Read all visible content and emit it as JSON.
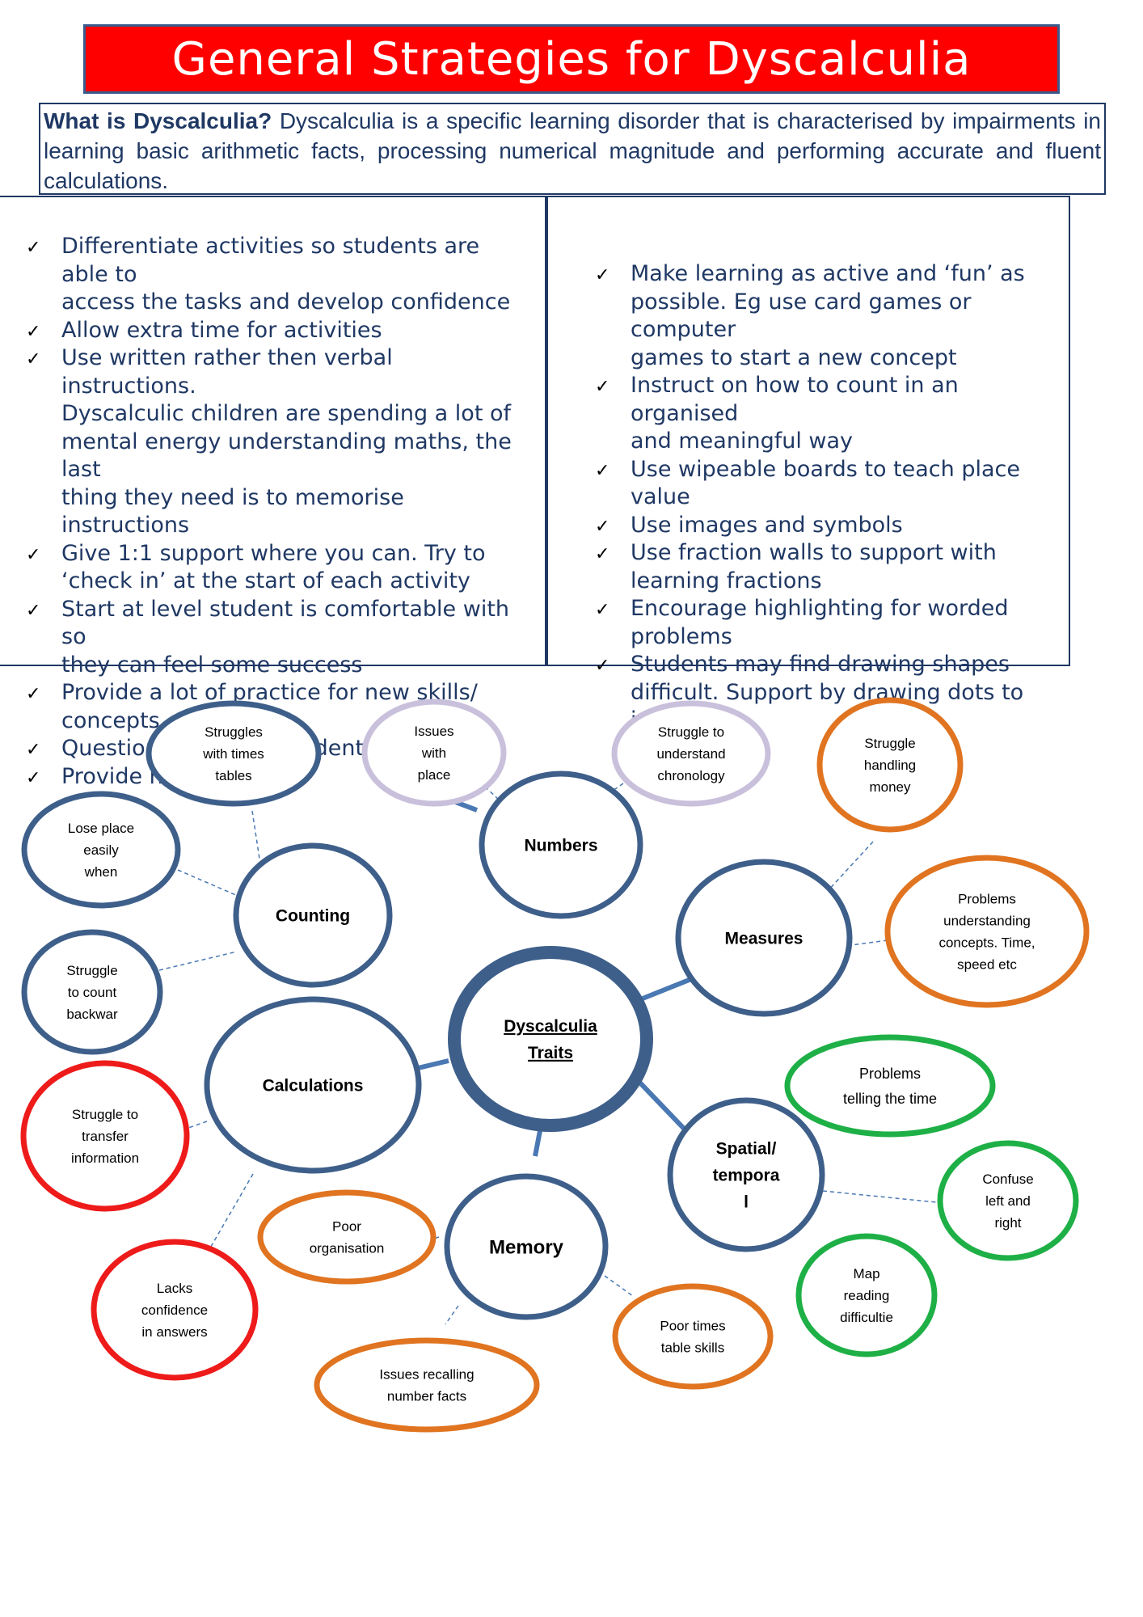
{
  "title": "General Strategies for Dyscalculia",
  "definition": {
    "term": "What is Dyscalculia?",
    "text": " Dyscalculia is a specific learning disorder that is characterised by impairments in learning basic arithmetic facts, processing numerical magnitude and performing accurate and fluent calculations."
  },
  "left_strategies": [
    [
      "Differentiate activities so students are able to",
      "access the tasks and develop confidence"
    ],
    [
      "Allow extra time for activities"
    ],
    [
      "Use written rather then verbal instructions.",
      "Dyscalculic children are spending a lot of",
      "mental energy understanding maths, the last",
      "thing they need is to memorise instructions"
    ],
    [
      "Give 1:1 support where you can. Try to",
      "‘check in’ at the start of each activity"
    ],
    [
      "Start at level student is comfortable with so",
      "they can feel some success"
    ],
    [
      "Provide a lot of practice for new skills/",
      "concepts"
    ],
    [
      "Question to get the student engaged"
    ],
    [
      "Provide number lines"
    ]
  ],
  "right_strategies": [
    [
      "Make learning as active and ‘fun’ as",
      "possible. Eg use card games or computer",
      "games to start a new concept"
    ],
    [
      "Instruct on how to count in an organised",
      "and meaningful way"
    ],
    [
      "Use wipeable boards to teach place value"
    ],
    [
      "Use images and symbols"
    ],
    [
      "Use fraction walls to support with",
      "learning fractions"
    ],
    [
      "Encourage highlighting for worded",
      "problems"
    ],
    [
      "Students may find drawing shapes",
      "difficult. Support by drawing dots to join",
      "up"
    ]
  ],
  "check_symbol": "✓",
  "colors": {
    "title_bg": "#ff0000",
    "navy": "#1f3864",
    "blue_ring": "#3e5f8a",
    "lavender_ring": "#c9c0dc",
    "orange_ring": "#e07420",
    "green_ring": "#1eb046",
    "red_ring": "#ee1b1b",
    "connector": "#4a78b3"
  },
  "mind_map": {
    "center": [
      "Dyscalculia",
      "Traits"
    ],
    "hubs": {
      "counting": [
        "Counting"
      ],
      "numbers": [
        "Numbers"
      ],
      "measures": [
        "Measures"
      ],
      "calculations": [
        "Calculations"
      ],
      "spatial": [
        "Spatial/",
        "tempora",
        "l"
      ],
      "memory": [
        "Memory"
      ]
    },
    "leaves": {
      "times_tables": [
        "Struggles",
        "with times",
        "tables"
      ],
      "lose_place": [
        "Lose place",
        "easily",
        "when"
      ],
      "count_back": [
        "Struggle",
        "to count",
        "backwar"
      ],
      "issues_place": [
        "Issues",
        "with",
        "place"
      ],
      "chronology": [
        "Struggle to",
        "understand",
        "chronology"
      ],
      "money": [
        "Struggle",
        "handling",
        "money"
      ],
      "concepts": [
        "Problems",
        "understanding",
        "concepts. Time,",
        "speed etc"
      ],
      "telling_time": [
        "Problems",
        "telling the time"
      ],
      "left_right": [
        "Confuse",
        "left and",
        "right"
      ],
      "map_reading": [
        "Map",
        "reading",
        "difficultie"
      ],
      "transfer": [
        "Struggle to",
        "transfer",
        "information"
      ],
      "confidence": [
        "Lacks",
        "confidence",
        "in answers"
      ],
      "organisation": [
        "Poor",
        "organisation"
      ],
      "recalling": [
        "Issues recalling",
        "number facts"
      ],
      "times_skills": [
        "Poor times",
        "table skills"
      ]
    }
  }
}
